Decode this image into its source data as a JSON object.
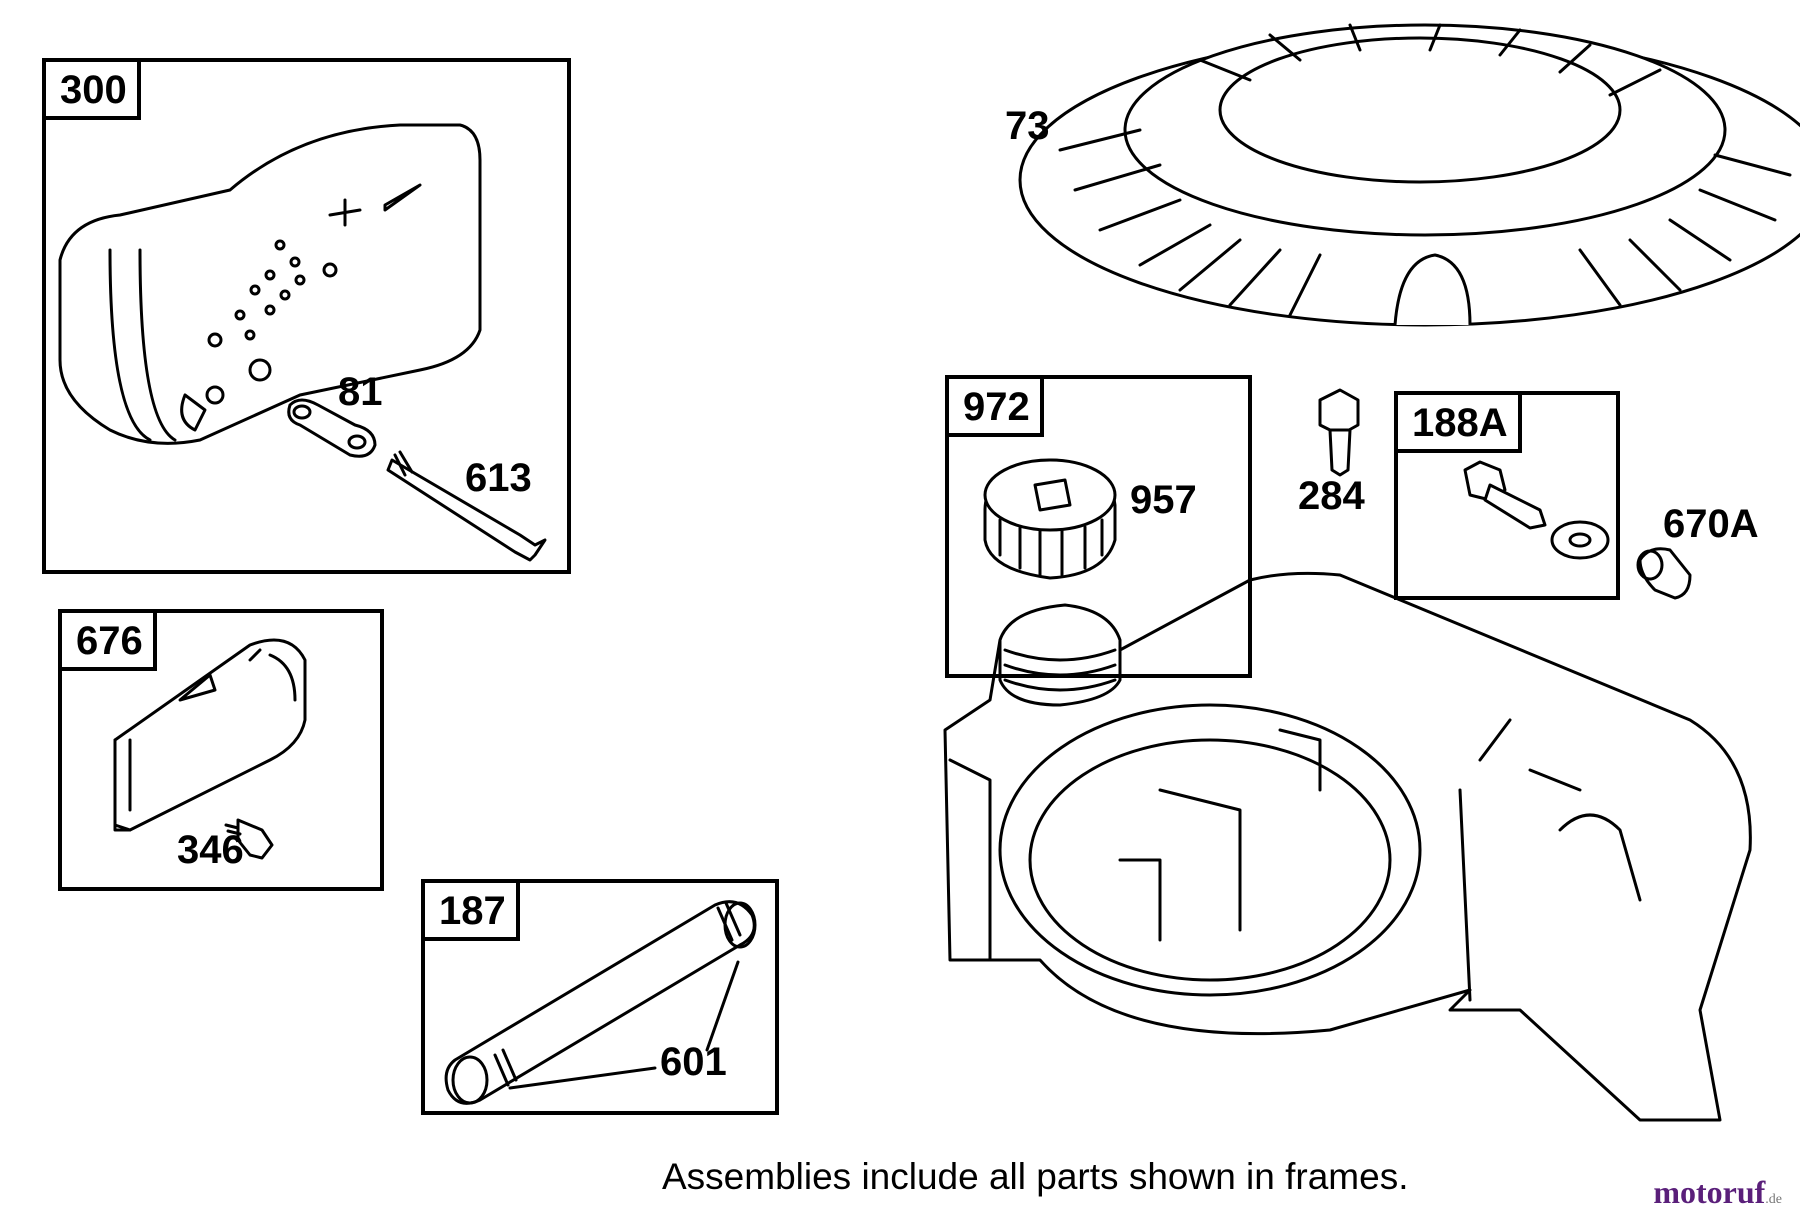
{
  "frames": {
    "muffler_assembly": "300",
    "guard_assembly": "676",
    "tube_assembly": "187",
    "fuel_tank_assembly": "972",
    "screw_assembly": "188A"
  },
  "callouts": {
    "blower_screen": "73",
    "lockwasher": "81",
    "muffler_bolt": "613",
    "guard_screw": "346",
    "clamp": "601",
    "fuel_cap": "957",
    "screw": "284",
    "spacer": "670A"
  },
  "caption": "Assemblies include all parts shown in frames.",
  "watermark": {
    "name": "motoruf",
    "tld": ".de"
  }
}
